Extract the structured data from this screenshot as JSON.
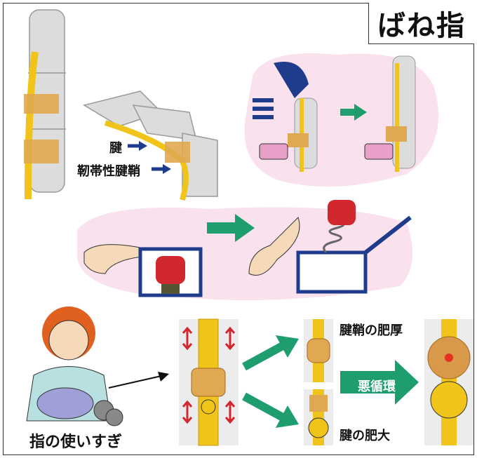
{
  "title": "ばね指",
  "labels": {
    "tendon": "腱",
    "sheath": "靭帯性腱鞘",
    "sheath_thickening": "腱鞘の肥厚",
    "tendon_enlargement": "腱の肥大",
    "vicious_cycle": "悪循環",
    "overuse": "指の使いすぎ"
  },
  "colors": {
    "tendon": "#f0c419",
    "bone": "#d8d8d8",
    "pink_bg": "#f9e1ee",
    "green_arrow": "#1e9e6e",
    "blue_arrow": "#1f3c8c",
    "red": "#d0282e"
  }
}
